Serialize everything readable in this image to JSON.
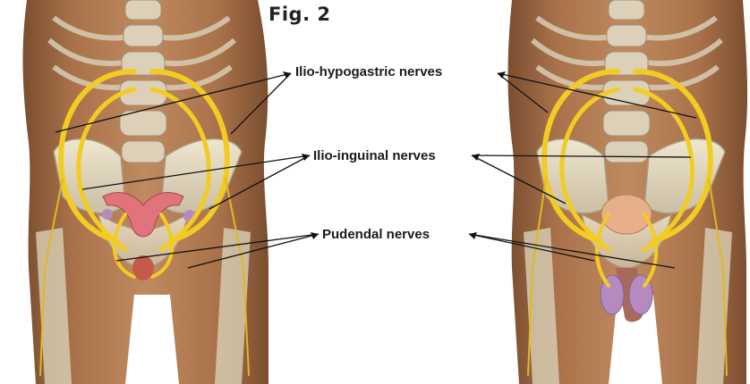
{
  "figure_label": "Fig. 2",
  "labels": {
    "iliohypogastric": "Ilio-hypogastric nerves",
    "ilioinguinal": "Ilio-inguinal nerves",
    "pudendal": "Pudendal nerves"
  },
  "colors": {
    "skin": "#b07a52",
    "skin_dark": "#7a4e30",
    "bone": "#e6dcc4",
    "nerve": "#f2cc22",
    "uterus": "#e0737b",
    "bladder": "#e8b08a",
    "testis": "#b58ac0",
    "leader_line": "#111111"
  }
}
